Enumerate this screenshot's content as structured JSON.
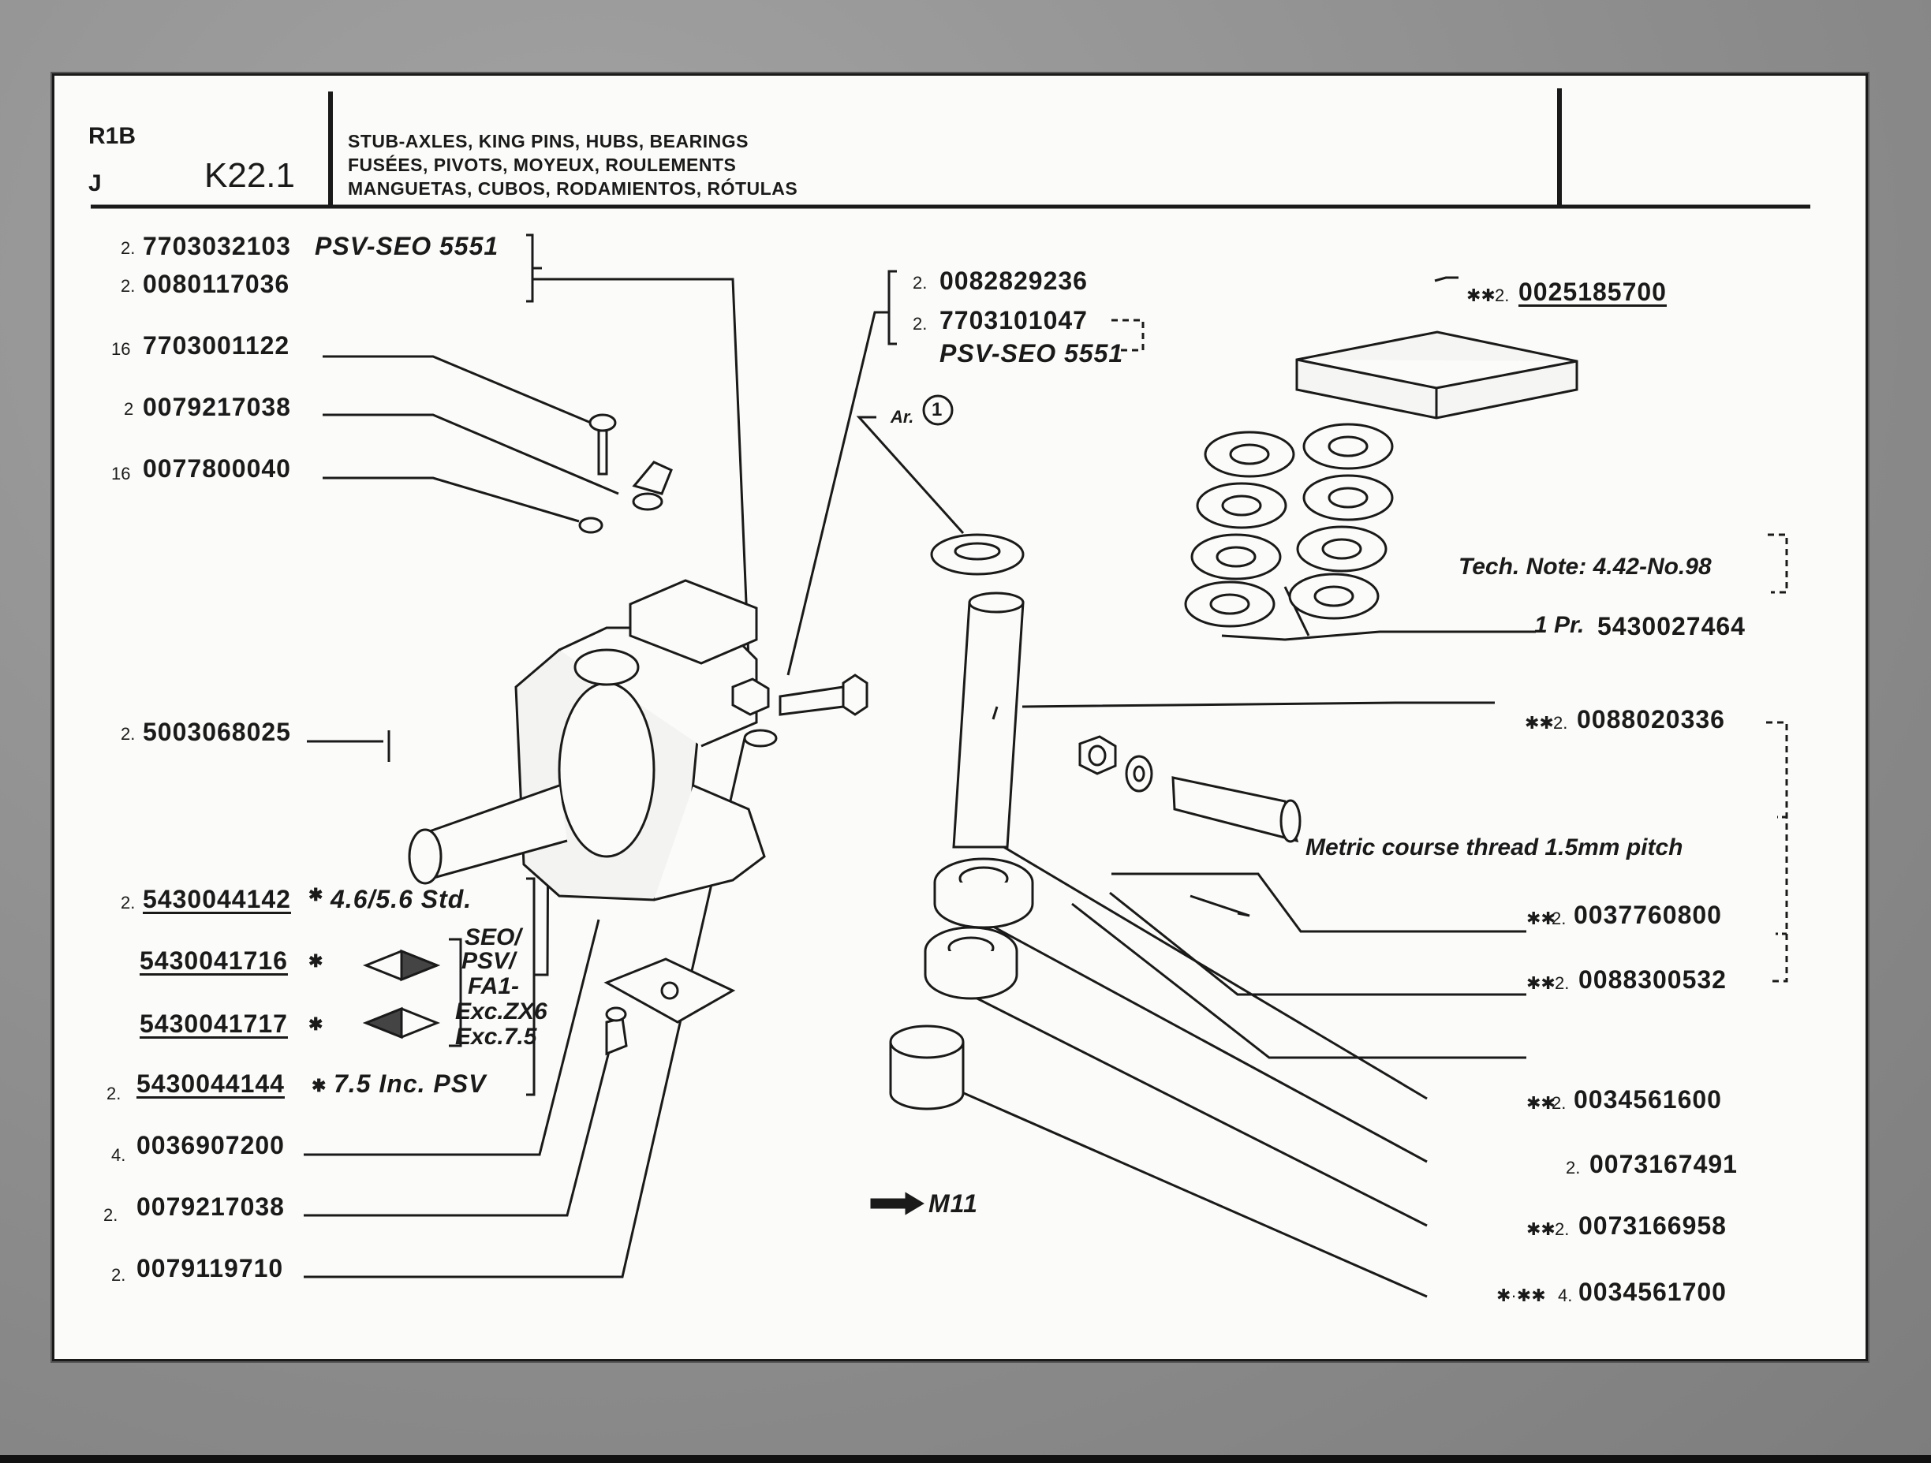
{
  "header": {
    "model": "R1B",
    "code": "J",
    "page": "K22.1",
    "titles": [
      "STUB-AXLES, KING PINS, HUBS, BEARINGS",
      "FUSÉES, PIVOTS, MOYEUX, ROULEMENTS",
      "MANGUETAS, CUBOS, RODAMIENTOS, RÓTULAS"
    ]
  },
  "left_parts": [
    {
      "qty": "2.",
      "pn": "7703032103",
      "note": "PSV-SEO 5551"
    },
    {
      "qty": "2.",
      "pn": "0080117036"
    },
    {
      "qty": "16",
      "pn": "7703001122"
    },
    {
      "qty": "2",
      "pn": "0079217038"
    },
    {
      "qty": "16",
      "pn": "0077800040"
    },
    {
      "qty": "2.",
      "pn": "5003068025"
    },
    {
      "qty": "2.",
      "pn": "5430044142",
      "mark": "✱",
      "note": "4.6/5.6 Std."
    },
    {
      "pn": "5430041716",
      "mark": "✱"
    },
    {
      "pn": "5430041717",
      "mark": "✱"
    },
    {
      "qty": "2.",
      "pn": "5430044144",
      "mark": "✱",
      "note": "7.5 Inc. PSV"
    },
    {
      "qty": "4.",
      "pn": "0036907200"
    },
    {
      "qty": "2.",
      "pn": "0079217038"
    },
    {
      "qty": "2.",
      "pn": "0079119710"
    }
  ],
  "bracket_note": [
    "SEO/",
    "PSV/",
    "FA1-",
    "Exc.ZX6",
    "Exc.7.5"
  ],
  "center_parts": [
    {
      "qty": "2.",
      "pn": "0082829236"
    },
    {
      "qty": "2.",
      "pn": "7703101047"
    },
    {
      "note": "PSV-SEO 5551"
    }
  ],
  "ar_label": "Ar.",
  "ar_num": "1",
  "ref_arrow": "M11",
  "right_parts": [
    {
      "mark": "✱✱",
      "qty": "2.",
      "pn": "0025185700"
    },
    {
      "mark": "✱✱",
      "qty": "2.",
      "pn": "0088020336"
    },
    {
      "mark": "✱✱",
      "qty": "2.",
      "pn": "0037760800"
    },
    {
      "mark": "✱✱",
      "qty": "2.",
      "pn": "0088300532"
    },
    {
      "mark": "✱✱",
      "qty": "2.",
      "pn": "0034561600"
    },
    {
      "qty": "2.",
      "pn": "0073167491"
    },
    {
      "mark": "✱✱",
      "qty": "2.",
      "pn": "0073166958"
    },
    {
      "mark": "✱·✱✱",
      "qty": "4.",
      "pn": "0034561700"
    }
  ],
  "tech_note": "Tech. Note: 4.42-No.98",
  "pair_label": "1 Pr.",
  "pair_pn": "5430027464",
  "thread_note": "Metric course thread 1.5mm pitch"
}
